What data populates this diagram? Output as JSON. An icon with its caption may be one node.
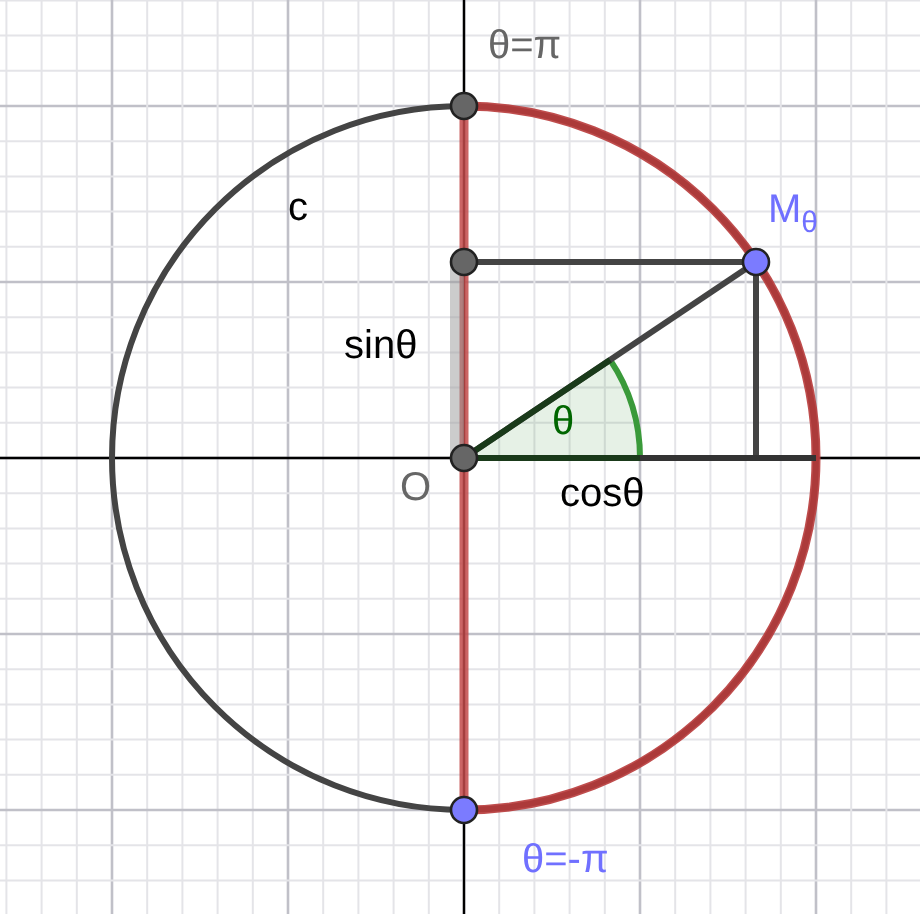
{
  "diagram": {
    "labels": [
      "θ=π",
      "c",
      "M$_{θ}$",
      "sinθ",
      "θ",
      "O",
      "cosθ",
      "θ=-π"
    ]
  }
}
